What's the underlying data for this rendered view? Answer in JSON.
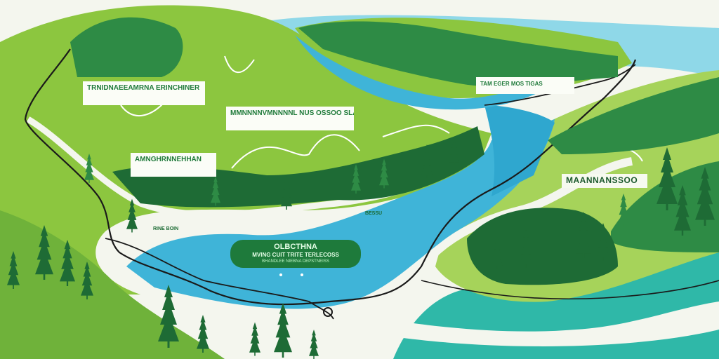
{
  "colors": {
    "grass": "#8cc63f",
    "grass_light": "#a6d35a",
    "forest_dark": "#1e6b35",
    "forest_mid": "#2e8b45",
    "water": "#3fb4d8",
    "water_light": "#8fd8e8",
    "sand": "#f3f5ee",
    "road": "#1a1a1a"
  },
  "labels": {
    "upper_left": "TRNIDNAEEAMRNA ERINCHINER",
    "upper_left_sub": "",
    "center_top": "MMNNNNVMNNNNL NUS OSSOO SLASS",
    "center_top_sub": "",
    "left_mid": "AMNGHRNNEHHAN",
    "left_mid_sub": "",
    "top_right": "TAM EGER MOS TIGAS",
    "right_big": "MAANNANSSOO",
    "lake_side_left": "RINE BOIN",
    "lake_side_left_sub": "",
    "shore_note": "BESSU",
    "shore_note_sub": "",
    "lake": {
      "title": "OLBCTHNA",
      "line2": "MVING CUIT TRITE TERLECOSS",
      "line3": "BHANDLEE NIEBNA DEPSTNEISS"
    }
  },
  "icons": [
    "conifer-tree-icon",
    "trail-squiggle-icon"
  ]
}
